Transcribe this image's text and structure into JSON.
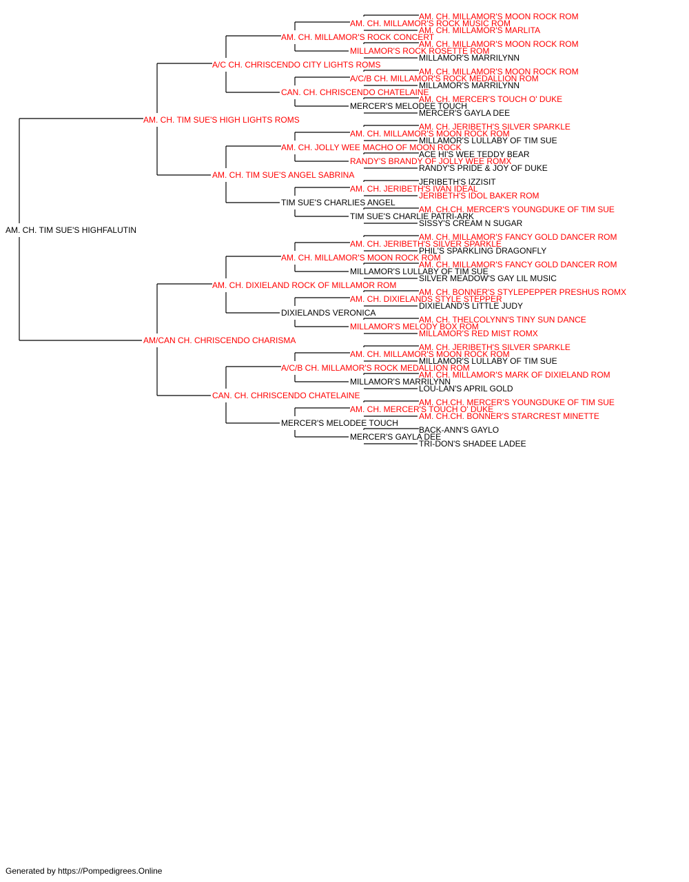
{
  "colors": {
    "champion": "#ff0000",
    "regular": "#000000",
    "line": "#000000"
  },
  "subject": {
    "name": "AM. CH. TIM SUE'S HIGHFALUTIN",
    "champion": false
  },
  "generation1": [
    {
      "name": "AM. CH. TIM SUE'S HIGH LIGHTS ROMS",
      "champion": true
    },
    {
      "name": "AM/CAN CH. CHRISCENDO CHARISMA",
      "champion": true
    }
  ],
  "generation2": [
    {
      "name": "A/C CH. CHRISCENDO CITY LIGHTS ROMS",
      "champion": true
    },
    {
      "name": "AM. CH. TIM SUE'S ANGEL SABRINA",
      "champion": true
    },
    {
      "name": "AM. CH. DIXIELAND ROCK OF MILLAMOR ROM",
      "champion": true
    },
    {
      "name": "CAN. CH. CHRISCENDO CHATELAINE",
      "champion": true
    }
  ],
  "generation3": [
    {
      "name": "AM. CH. MILLAMOR'S ROCK CONCERT",
      "champion": true
    },
    {
      "name": "CAN. CH. CHRISCENDO CHATELAINE",
      "champion": true
    },
    {
      "name": "AM. CH. JOLLY WEE MACHO OF MOON ROCK",
      "champion": true
    },
    {
      "name": "TIM SUE'S CHARLIES ANGEL",
      "champion": false
    },
    {
      "name": "AM. CH. MILLAMOR'S MOON ROCK ROM",
      "champion": true
    },
    {
      "name": "DIXIELANDS VERONICA",
      "champion": false
    },
    {
      "name": "A/C/B CH. MILLAMOR'S ROCK MEDALLION ROM",
      "champion": true
    },
    {
      "name": "MERCER'S MELODEE TOUCH",
      "champion": false
    }
  ],
  "generation4": [
    {
      "name": "AM. CH. MILLAMOR'S ROCK MUSIC ROM",
      "champion": true
    },
    {
      "name": "MILLAMOR'S ROCK ROSETTE ROM",
      "champion": true
    },
    {
      "name": "A/C/B CH. MILLAMOR'S ROCK MEDALLION ROM",
      "champion": true
    },
    {
      "name": "MERCER'S MELODEE TOUCH",
      "champion": false
    },
    {
      "name": "AM. CH. MILLAMOR'S MOON ROCK ROM",
      "champion": true
    },
    {
      "name": "RANDY'S BRANDY OF JOLLY WEE ROMX",
      "champion": true
    },
    {
      "name": "AM. CH. JERIBETH'S IVAN IDEAL",
      "champion": true
    },
    {
      "name": "TIM SUE'S CHARLIE PATRI-ARK",
      "champion": false
    },
    {
      "name": "AM. CH. JERIBETH'S SILVER SPARKLE",
      "champion": true
    },
    {
      "name": "MILLAMOR'S LULLABY OF TIM SUE",
      "champion": false
    },
    {
      "name": "AM. CH. DIXIELANDS STYLE STEPPER",
      "champion": true
    },
    {
      "name": "MILLAMOR'S MELODY BOX ROM",
      "champion": true
    },
    {
      "name": "AM. CH. MILLAMOR'S MOON ROCK ROM",
      "champion": true
    },
    {
      "name": "MILLAMOR'S MARRILYNN",
      "champion": false
    },
    {
      "name": "AM. CH. MERCER'S TOUCH O' DUKE",
      "champion": true
    },
    {
      "name": "MERCER'S GAYLA DEE",
      "champion": false
    }
  ],
  "generation5": [
    {
      "name": "AM. CH. MILLAMOR'S MOON ROCK ROM",
      "champion": true
    },
    {
      "name": "AM. CH. MILLAMOR'S MARLITA",
      "champion": true
    },
    {
      "name": "AM. CH. MILLAMOR'S MOON ROCK ROM",
      "champion": true
    },
    {
      "name": "MILLAMOR'S MARRILYNN",
      "champion": false
    },
    {
      "name": "AM. CH. MILLAMOR'S MOON ROCK ROM",
      "champion": true
    },
    {
      "name": "MILLAMOR'S MARRILYNN",
      "champion": false
    },
    {
      "name": "AM. CH. MERCER'S TOUCH O' DUKE",
      "champion": true
    },
    {
      "name": "MERCER'S GAYLA DEE",
      "champion": false
    },
    {
      "name": "AM. CH. JERIBETH'S SILVER SPARKLE",
      "champion": true
    },
    {
      "name": "MILLAMOR'S LULLABY OF TIM SUE",
      "champion": false
    },
    {
      "name": "ACE HI'S WEE TEDDY BEAR",
      "champion": false
    },
    {
      "name": "RANDY'S PRIDE & JOY OF DUKE",
      "champion": false
    },
    {
      "name": "JERIBETH'S IZZISIT",
      "champion": false
    },
    {
      "name": "JERIBETH'S IDOL BAKER ROM",
      "champion": true
    },
    {
      "name": "AM. CH.CH. MERCER'S YOUNGDUKE OF TIM SUE",
      "champion": true
    },
    {
      "name": "SISSY'S CREAM N SUGAR",
      "champion": false
    },
    {
      "name": "AM. CH. MILLAMOR'S FANCY GOLD DANCER ROM",
      "champion": true
    },
    {
      "name": "PHIL'S SPARKLING DRAGONFLY",
      "champion": false
    },
    {
      "name": "AM. CH. MILLAMOR'S FANCY GOLD DANCER ROM",
      "champion": true
    },
    {
      "name": "SILVER MEADOW'S GAY LIL MUSIC",
      "champion": false
    },
    {
      "name": "AM. CH. BONNER'S STYLEPEPPER PRESHUS ROMX",
      "champion": true
    },
    {
      "name": "DIXIELAND'S LITTLE JUDY",
      "champion": false
    },
    {
      "name": "AM. CH. THELCOLYNN'S TINY SUN DANCE",
      "champion": true
    },
    {
      "name": "MILLAMOR'S RED MIST ROMX",
      "champion": true
    },
    {
      "name": "AM. CH. JERIBETH'S SILVER SPARKLE",
      "champion": true
    },
    {
      "name": "MILLAMOR'S LULLABY OF TIM SUE",
      "champion": false
    },
    {
      "name": "AM. CH. MILLAMOR'S MARK OF DIXIELAND ROM",
      "champion": true
    },
    {
      "name": "LOU-LAN'S APRIL GOLD",
      "champion": false
    },
    {
      "name": "AM. CH.CH. MERCER'S YOUNGDUKE OF TIM SUE",
      "champion": true
    },
    {
      "name": "AM. CH.CH. BONNER'S STARCREST MINETTE",
      "champion": true
    },
    {
      "name": "BACK-ANN'S GAYLO",
      "champion": false
    },
    {
      "name": "TRI-DON'S SHADEE LADEE",
      "champion": false
    }
  ],
  "footer": {
    "text": "Generated by https://Pompedigrees.Online"
  }
}
